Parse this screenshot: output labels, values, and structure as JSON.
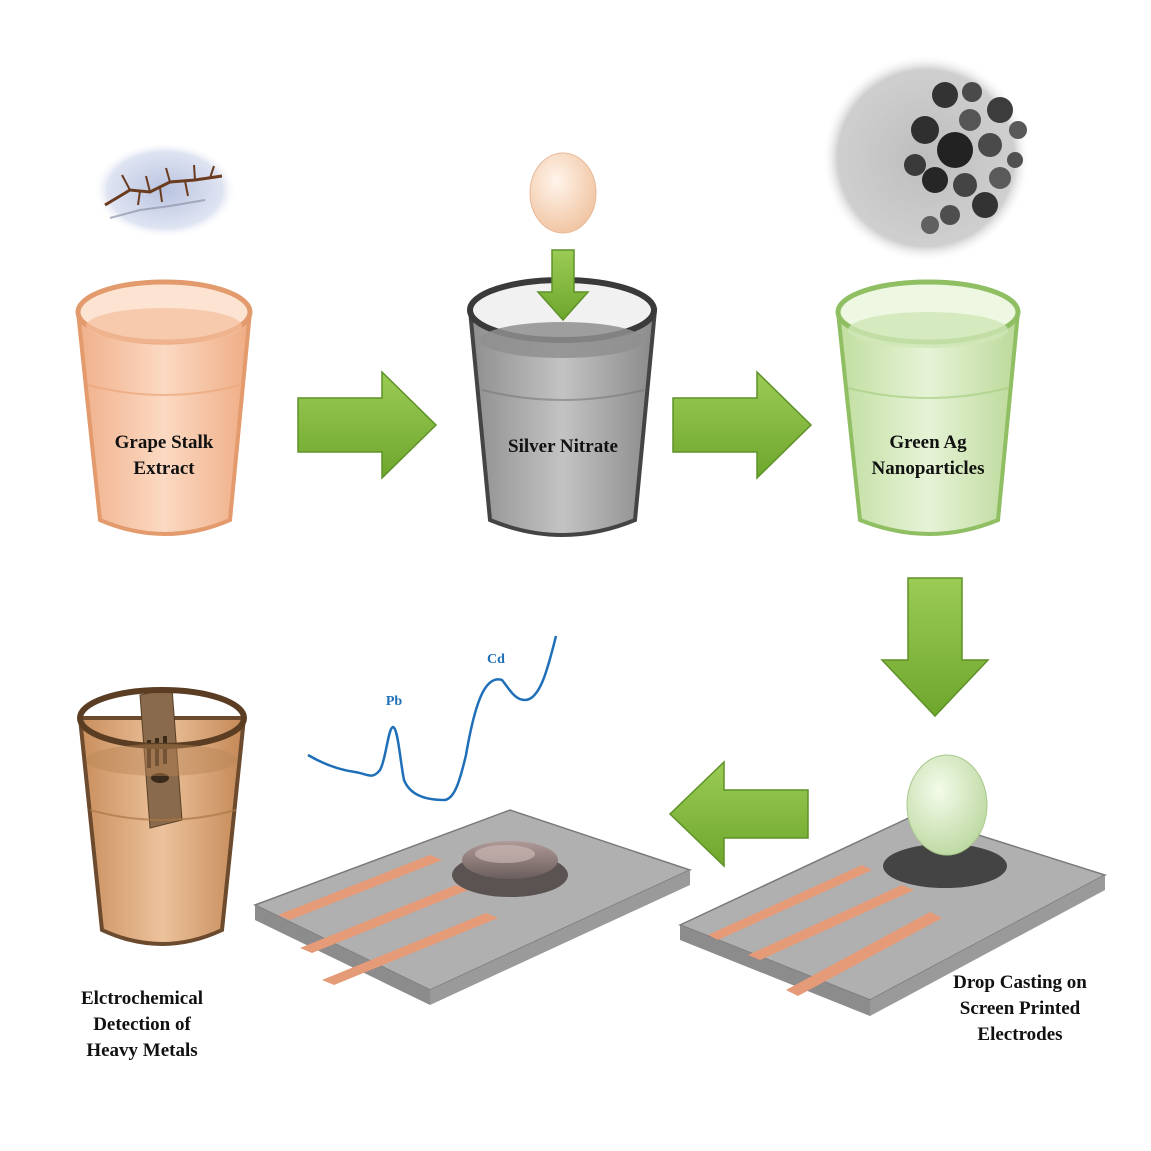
{
  "steps": {
    "extract": {
      "line1": "Grape Stalk",
      "line2": "Extract"
    },
    "silver": {
      "line1": "Silver Nitrate"
    },
    "nano": {
      "line1": "Green Ag",
      "line2": "Nanoparticles"
    },
    "drop": {
      "line1": "Drop Casting on",
      "line2": "Screen Printed",
      "line3": "Electrodes"
    },
    "detect": {
      "line1": "Elctrochemical",
      "line2": "Detection of",
      "line3": "Heavy Metals"
    }
  },
  "peaks": {
    "pb": "Pb",
    "cd": "Cd"
  },
  "colors": {
    "arrow_green": "#7fb539",
    "extract_glass": "#f2b48c",
    "silver_glass": "#9a9a9a",
    "nano_glass": "#c9e4a8",
    "detect_glass": "#d09a68",
    "voltammogram": "#1f6fb8",
    "electrode_strip": "#e59a78",
    "electrode_base": "#a9a9a9"
  }
}
